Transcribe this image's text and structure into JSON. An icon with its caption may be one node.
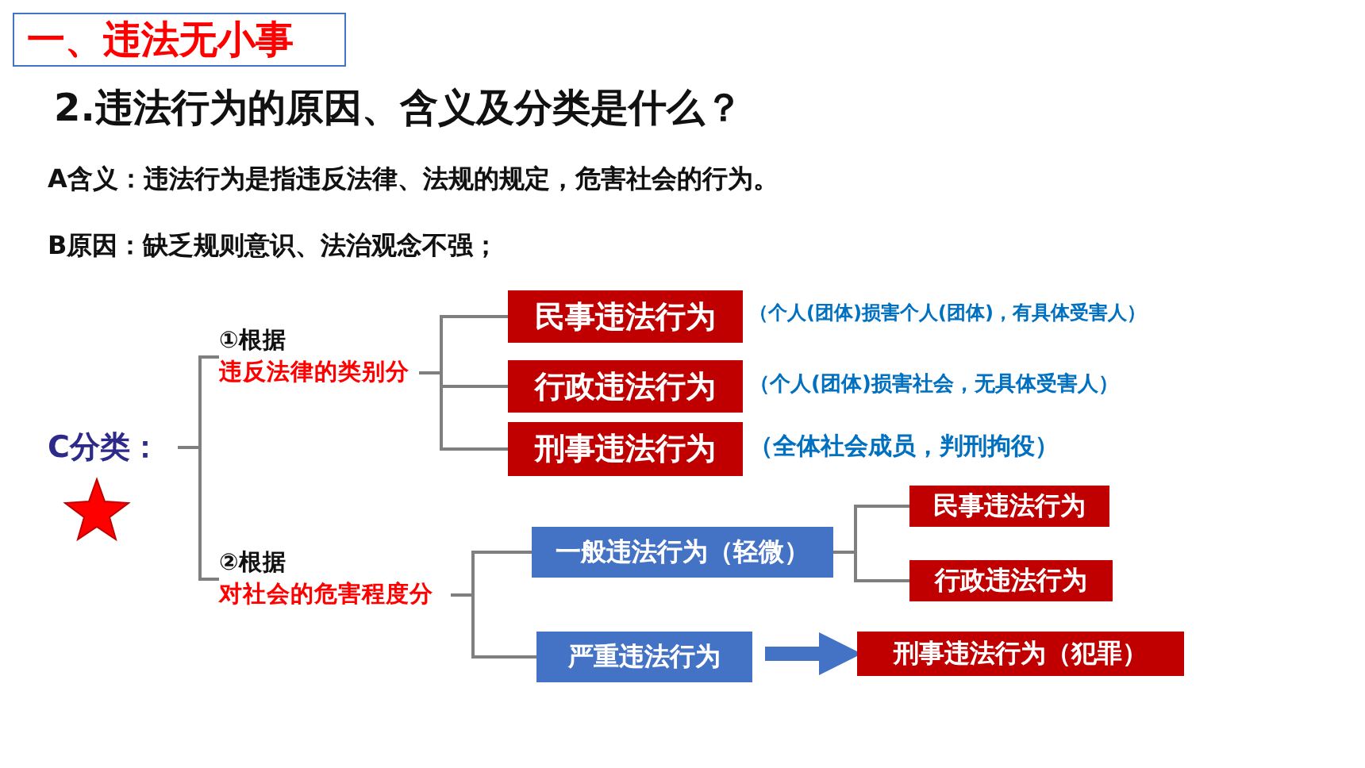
{
  "diagram": {
    "title": "2.违法行为的原因、含义及分类是什么？",
    "nodes": [
      {
        "text": [
          "一、违法无小事"
        ]
      },
      {
        "text": [
          "C分类："
        ]
      },
      {
        "text": [
          "①根据",
          "违反法律的类别分"
        ]
      },
      {
        "text": [
          "②根据",
          "对社会的危害程度分"
        ]
      },
      {
        "text": [
          "民事违法行为"
        ],
        "beside": [
          "（个人(团体)损害个人(团体)，有具体受害人）"
        ]
      },
      {
        "text": [
          "行政违法行为"
        ],
        "beside": [
          "（个人(团体)损害社会，无具体受害人）"
        ]
      },
      {
        "text": [
          "刑事违法行为"
        ],
        "beside": [
          "（全体社会成员，判刑拘役）"
        ]
      },
      {
        "text": [
          "一般违法行为（轻微）"
        ]
      },
      {
        "text": [
          "严重违法行为"
        ]
      },
      {
        "text": [
          "民事违法行为"
        ]
      },
      {
        "text": [
          "行政违法行为"
        ]
      },
      {
        "text": [
          "刑事违法行为（犯罪）"
        ]
      }
    ],
    "edges": [
      {
        "from": 1,
        "to": 2,
        "arrow": "none"
      },
      {
        "from": 1,
        "to": 3,
        "arrow": "none"
      },
      {
        "from": 2,
        "to": 4,
        "arrow": "none"
      },
      {
        "from": 2,
        "to": 5,
        "arrow": "none"
      },
      {
        "from": 2,
        "to": 6,
        "arrow": "none"
      },
      {
        "from": 3,
        "to": 7,
        "arrow": "none"
      },
      {
        "from": 3,
        "to": 8,
        "arrow": "none"
      },
      {
        "from": 7,
        "to": 9,
        "arrow": "none"
      },
      {
        "from": 7,
        "to": 10,
        "arrow": "none"
      },
      {
        "from": 8,
        "to": 11,
        "arrow": "to",
        "style": "thick",
        "color": "#4472c4"
      }
    ],
    "labels": [
      "A含义：违法行为是指违反法律、法规的规定，危害社会的行为。",
      "B原因：缺乏规则意识、法治观念不强；"
    ]
  }
}
